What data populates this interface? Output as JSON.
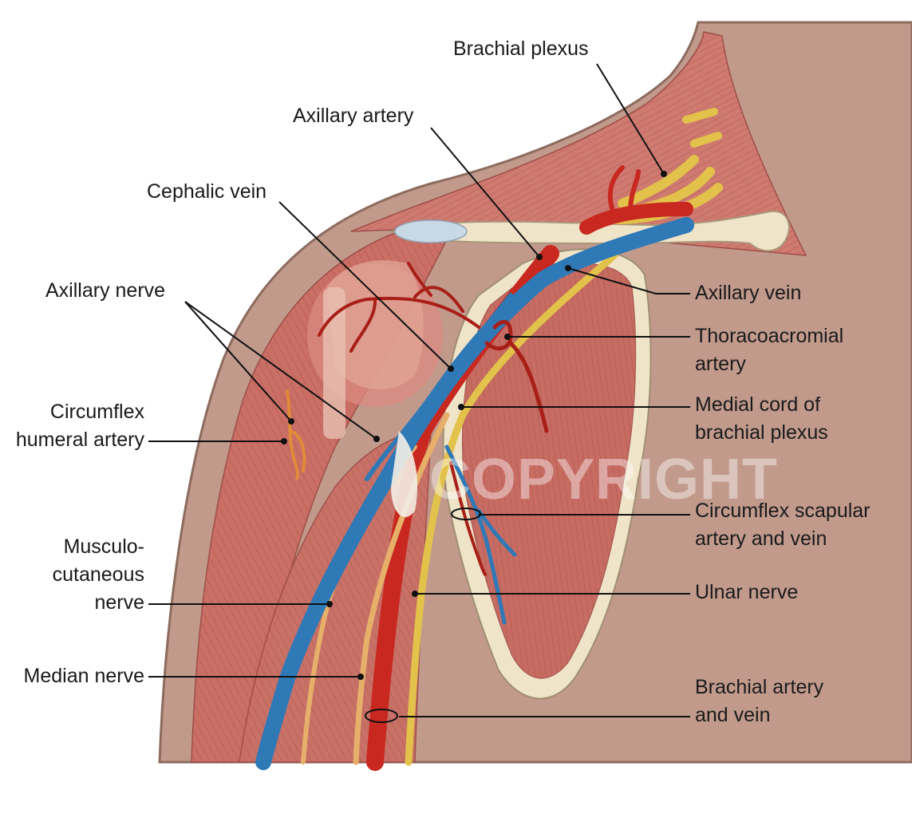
{
  "labels": {
    "brachial_plexus": "Brachial plexus",
    "axillary_artery": "Axillary artery",
    "cephalic_vein": "Cephalic vein",
    "axillary_nerve": "Axillary nerve",
    "circumflex_humeral_artery": [
      "Circumflex",
      "humeral artery"
    ],
    "musculocutaneous_nerve": [
      "Musculo-",
      "cutaneous",
      "nerve"
    ],
    "median_nerve": "Median nerve",
    "axillary_vein": "Axillary vein",
    "thoracoacromial_artery": [
      "Thoracoacromial",
      "artery"
    ],
    "medial_cord": [
      "Medial cord of",
      "brachial plexus"
    ],
    "circumflex_scapular": [
      "Circumflex scapular",
      "artery and vein"
    ],
    "ulnar_nerve": "Ulnar nerve",
    "brachial_artery_vein": [
      "Brachial artery",
      "and vein"
    ]
  },
  "watermark": "COPYRIGHT",
  "colors": {
    "skin": "#c19a8c",
    "muscle": "#c96f66",
    "muscle_light": "#d98a80",
    "bone": "#efe3c8",
    "artery": "#c8281f",
    "vein": "#2f79b7",
    "nerve": "#e2c24a"
  }
}
